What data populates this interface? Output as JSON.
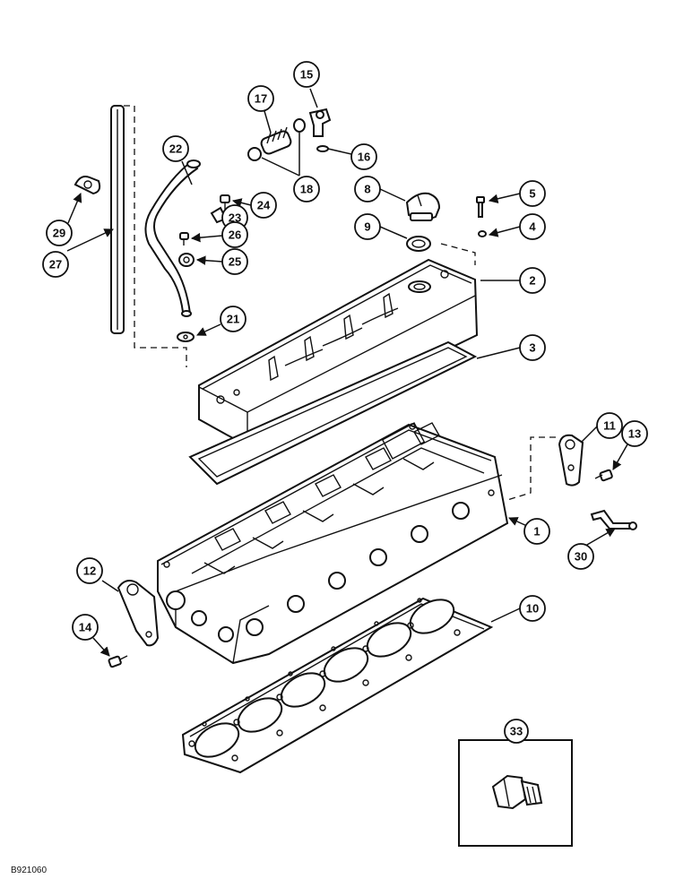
{
  "figure_id": "B921060",
  "callouts": {
    "c1": "1",
    "c2": "2",
    "c3": "3",
    "c4": "4",
    "c5": "5",
    "c8": "8",
    "c9": "9",
    "c10": "10",
    "c11": "11",
    "c12": "12",
    "c13": "13",
    "c14": "14",
    "c15": "15",
    "c16": "16",
    "c17": "17",
    "c18": "18",
    "c21": "21",
    "c22": "22",
    "c23": "23",
    "c24": "24",
    "c25": "25",
    "c26": "26",
    "c27": "27",
    "c29": "29",
    "c30": "30",
    "c33": "33"
  }
}
